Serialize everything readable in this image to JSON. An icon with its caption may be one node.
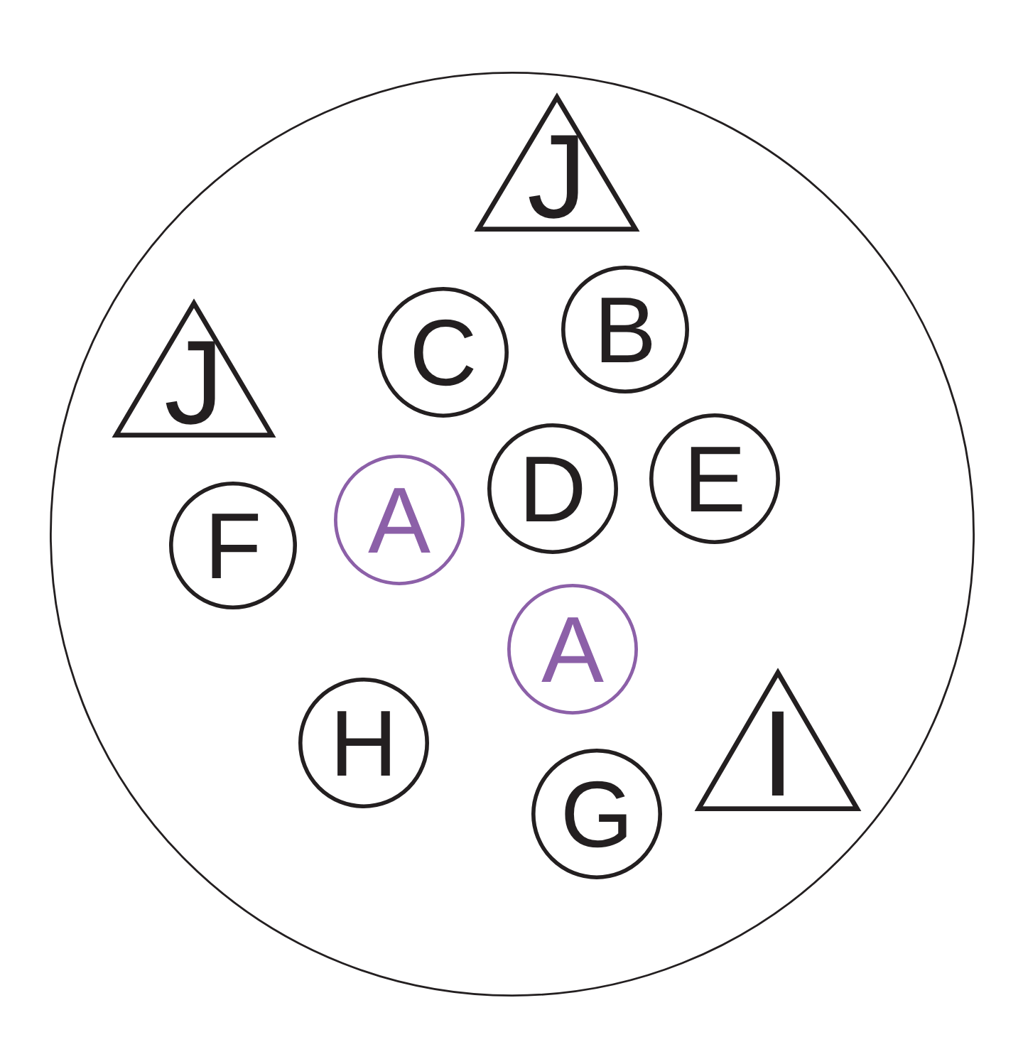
{
  "diagram": {
    "nodes": [
      {
        "text": [],
        "shape": "circle"
      },
      {
        "text": [
          "J"
        ],
        "in": 0
      },
      {
        "text": [
          "J"
        ],
        "in": 0
      },
      {
        "text": [
          "C"
        ],
        "in": 0
      },
      {
        "text": [
          "B"
        ],
        "in": 0
      },
      {
        "text": [
          "F"
        ],
        "in": 0
      },
      {
        "text": [
          "A"
        ],
        "in": 0
      },
      {
        "text": [
          "D"
        ],
        "in": 0
      },
      {
        "text": [
          "E"
        ],
        "in": 0
      },
      {
        "text": [
          "A"
        ],
        "in": 0
      },
      {
        "text": [
          "H"
        ],
        "in": 0
      },
      {
        "text": [
          "G"
        ],
        "in": 0
      },
      {
        "text": [
          "I"
        ],
        "in": 0
      }
    ]
  }
}
